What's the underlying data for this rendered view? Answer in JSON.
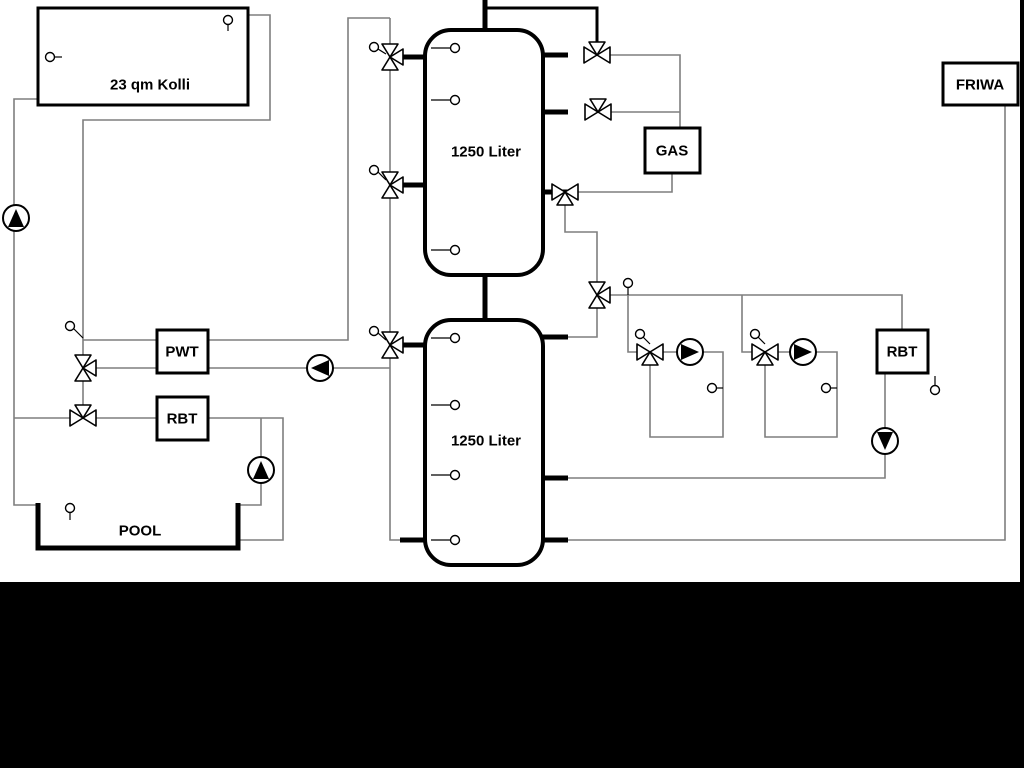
{
  "labels": {
    "collector": "23 qm Kolli",
    "tank_top": "1250 Liter",
    "tank_bottom": "1250 Liter",
    "gas": "GAS",
    "friwa": "FRIWA",
    "pwt": "PWT",
    "rbt_left": "RBT",
    "rbt_right": "RBT",
    "pool": "POOL"
  },
  "colors": {
    "background": "#ffffff",
    "pipe": "#7f7f7f",
    "ink": "#000000",
    "letterbox": "#000000"
  }
}
